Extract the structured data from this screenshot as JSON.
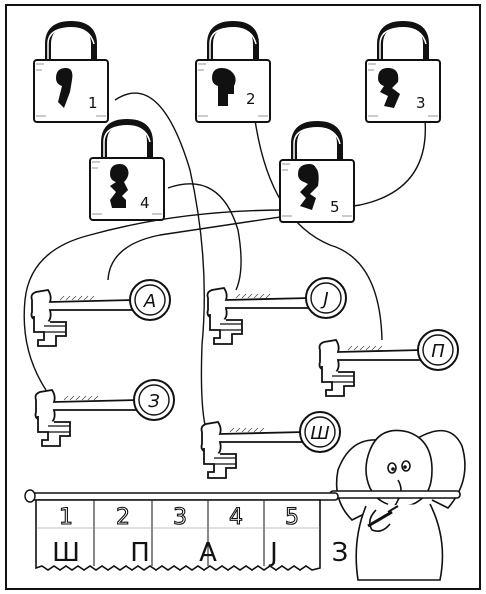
{
  "colors": {
    "ink": "#111111",
    "paper": "#ffffff",
    "hatch": "#555555"
  },
  "locks": [
    {
      "number": "1"
    },
    {
      "number": "2"
    },
    {
      "number": "3"
    },
    {
      "number": "4"
    },
    {
      "number": "5"
    }
  ],
  "keys": [
    {
      "letter": "А"
    },
    {
      "letter": "Ј"
    },
    {
      "letter": "П"
    },
    {
      "letter": "З"
    },
    {
      "letter": "Ш"
    }
  ],
  "banner": {
    "numbers": [
      "1",
      "2",
      "3",
      "4",
      "5"
    ],
    "letters": [
      "Ш",
      "П",
      "А",
      "Ј",
      "З"
    ]
  },
  "mascot": {
    "icon": "elephant-icon"
  }
}
